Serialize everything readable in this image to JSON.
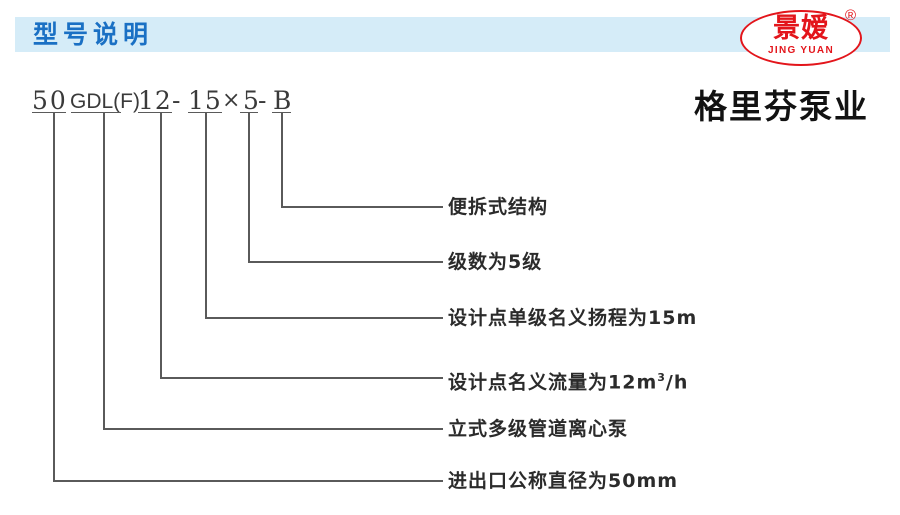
{
  "header": {
    "title": "型号说明",
    "band_color": "#d5ecf8",
    "title_color": "#1a70c4"
  },
  "logo": {
    "mark_cn": "景嫒",
    "mark_en": "JING YUAN",
    "registered": "®",
    "brand_cn": "格里芬泵业",
    "color": "#e3151b"
  },
  "model_code": {
    "full": "50 GDL(F) 12-15×5-B",
    "segments": [
      {
        "key": "diameter",
        "text": "50"
      },
      {
        "key": "series",
        "text": "GDL(F)"
      },
      {
        "key": "flow",
        "text": "12"
      },
      {
        "key": "dash1",
        "text": "-"
      },
      {
        "key": "head",
        "text": "15"
      },
      {
        "key": "times",
        "text": "×"
      },
      {
        "key": "stages",
        "text": "5"
      },
      {
        "key": "dash2",
        "text": "-"
      },
      {
        "key": "variant",
        "text": "B"
      }
    ]
  },
  "callouts": [
    {
      "key": "variant",
      "text": "便拆式结构"
    },
    {
      "key": "stages",
      "text": "级数为5级"
    },
    {
      "key": "head",
      "text": "设计点单级名义扬程为15m"
    },
    {
      "key": "flow",
      "text_pre": "设计点名义流量为12m",
      "sup": "3",
      "text_post": "/h"
    },
    {
      "key": "series",
      "text": "立式多级管道离心泵"
    },
    {
      "key": "diameter",
      "text": "进出口公称直径为50mm"
    }
  ],
  "line_color": "#5a5a5a"
}
